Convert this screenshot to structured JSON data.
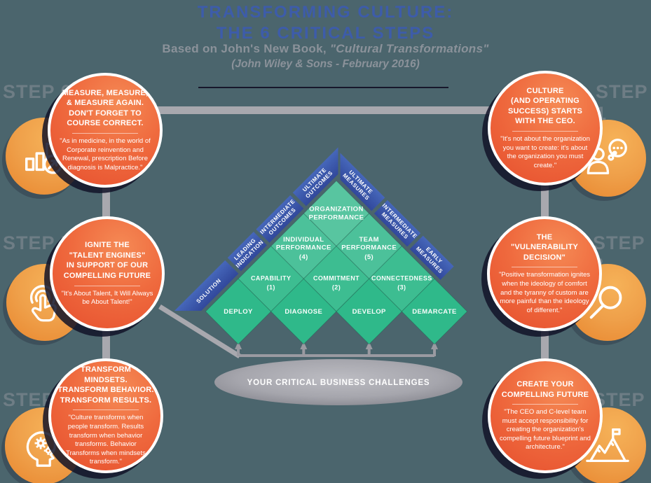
{
  "header": {
    "title_line1": "TRANSFORMING CULTURE:",
    "title_line2": "THE 6 CRITICAL STEPS",
    "subtitle_prefix": "Based on John's New Book, ",
    "subtitle_book": "\"Cultural Transformations\"",
    "subtitle_line2": "(John Wiley & Sons - February 2016)"
  },
  "steps": {
    "step1": {
      "label": "STEP 1",
      "icon": "person-thought-icon",
      "title_lines": [
        "CULTURE",
        "(AND OPERATING",
        "SUCCESS) STARTS",
        "WITH THE CEO."
      ],
      "quote": "\"It's not about the organization you want to create: it's about the organization you must create.\""
    },
    "step2": {
      "label": "STEP 2",
      "icon": "magnifier-icon",
      "title_lines": [
        "THE",
        "\"VULNERABILITY",
        "DECISION\""
      ],
      "quote": "\"Positive transformation ignites when the ideology of comfort and the tyranny of custom are more painful than the ideology of different.\""
    },
    "step3": {
      "label": "STEP 3",
      "icon": "mountain-flag-icon",
      "title_lines": [
        "CREATE YOUR",
        "COMPELLING FUTURE"
      ],
      "quote": "\"The CEO and C-level team must accept responsibility for creating the organization's compelling future blueprint and architecture.\""
    },
    "step4": {
      "label": "STEP 4",
      "icon": "head-gears-icon",
      "title_lines": [
        "TRANSFORM",
        "MINDSETS.",
        "TRANSFORM BEHAVIOR.",
        "TRANSFORM RESULTS."
      ],
      "quote": "\"Culture transforms when people transform. Results transform when behavior transforms. Behavior Transforms when mindsets transform.\""
    },
    "step5": {
      "label": "STEP 5",
      "icon": "tap-icon",
      "title_lines": [
        "IGNITE THE",
        "\"TALENT ENGINES\"",
        "IN SUPPORT OF OUR",
        "COMPELLING FUTURE"
      ],
      "quote": "\"It's About Talent, It Will Always be About Talent!\""
    },
    "step6": {
      "label": "STEP 6",
      "icon": "growth-chart-icon",
      "title_lines": [
        "MEASURE, MEASURE,",
        "& MEASURE AGAIN.",
        "DON'T FORGET TO",
        "COURSE CORRECT."
      ],
      "quote": "\"As in medicine, in the world of Corporate reinvention and Renewal, prescription Before diagnosis is Malpractice.\""
    }
  },
  "pyramid": {
    "left_banner": [
      [
        "SOLUTION"
      ],
      [
        "LEADING",
        "INDICATION"
      ],
      [
        "INTERMEDIATE",
        "OUTCOMES"
      ],
      [
        "ULTIMATE",
        "OUTCOMES"
      ]
    ],
    "right_banner": [
      [
        "ULTIMATE",
        "MEASURES"
      ],
      [
        "INTERMEDIATE",
        "MEASURES"
      ],
      [
        "EARLY",
        "MEASURES"
      ]
    ],
    "tiers": [
      [
        [
          "ORGANIZATION",
          "PERFORMANCE"
        ]
      ],
      [
        [
          "INDIVIDUAL",
          "PERFORMANCE",
          "(4)"
        ],
        [
          "TEAM",
          "PERFORMANCE",
          "(5)"
        ]
      ],
      [
        [
          "CAPABILITY",
          "(1)"
        ],
        [
          "COMMITMENT",
          "(2)"
        ],
        [
          "CONNECTEDNESS",
          "(3)"
        ]
      ],
      [
        [
          "DEPLOY"
        ],
        [
          "DIAGNOSE"
        ],
        [
          "DEVELOP"
        ],
        [
          "DEMARCATE"
        ]
      ]
    ]
  },
  "challenges_label": "YOUR CRITICAL BUSINESS CHALLENGES",
  "colors": {
    "background": "#4b656d",
    "title_blue": "#3d5caa",
    "subtitle_gray": "#8b929a",
    "step_label_gray": "#6e7d85",
    "circle_orange": "#ee5a33",
    "icon_circle_orange": "#efa04a",
    "banner_blue": "#3b57a9",
    "green_row1": "#58c5a0",
    "green_row2": "#4cc19a",
    "green_row3": "#3dbd91",
    "green_row4": "#2fb98a",
    "connector_gray": "#a8a8ae",
    "arrow_gray": "#9a9aa1",
    "ellipse_gray": "#9d9da5"
  }
}
